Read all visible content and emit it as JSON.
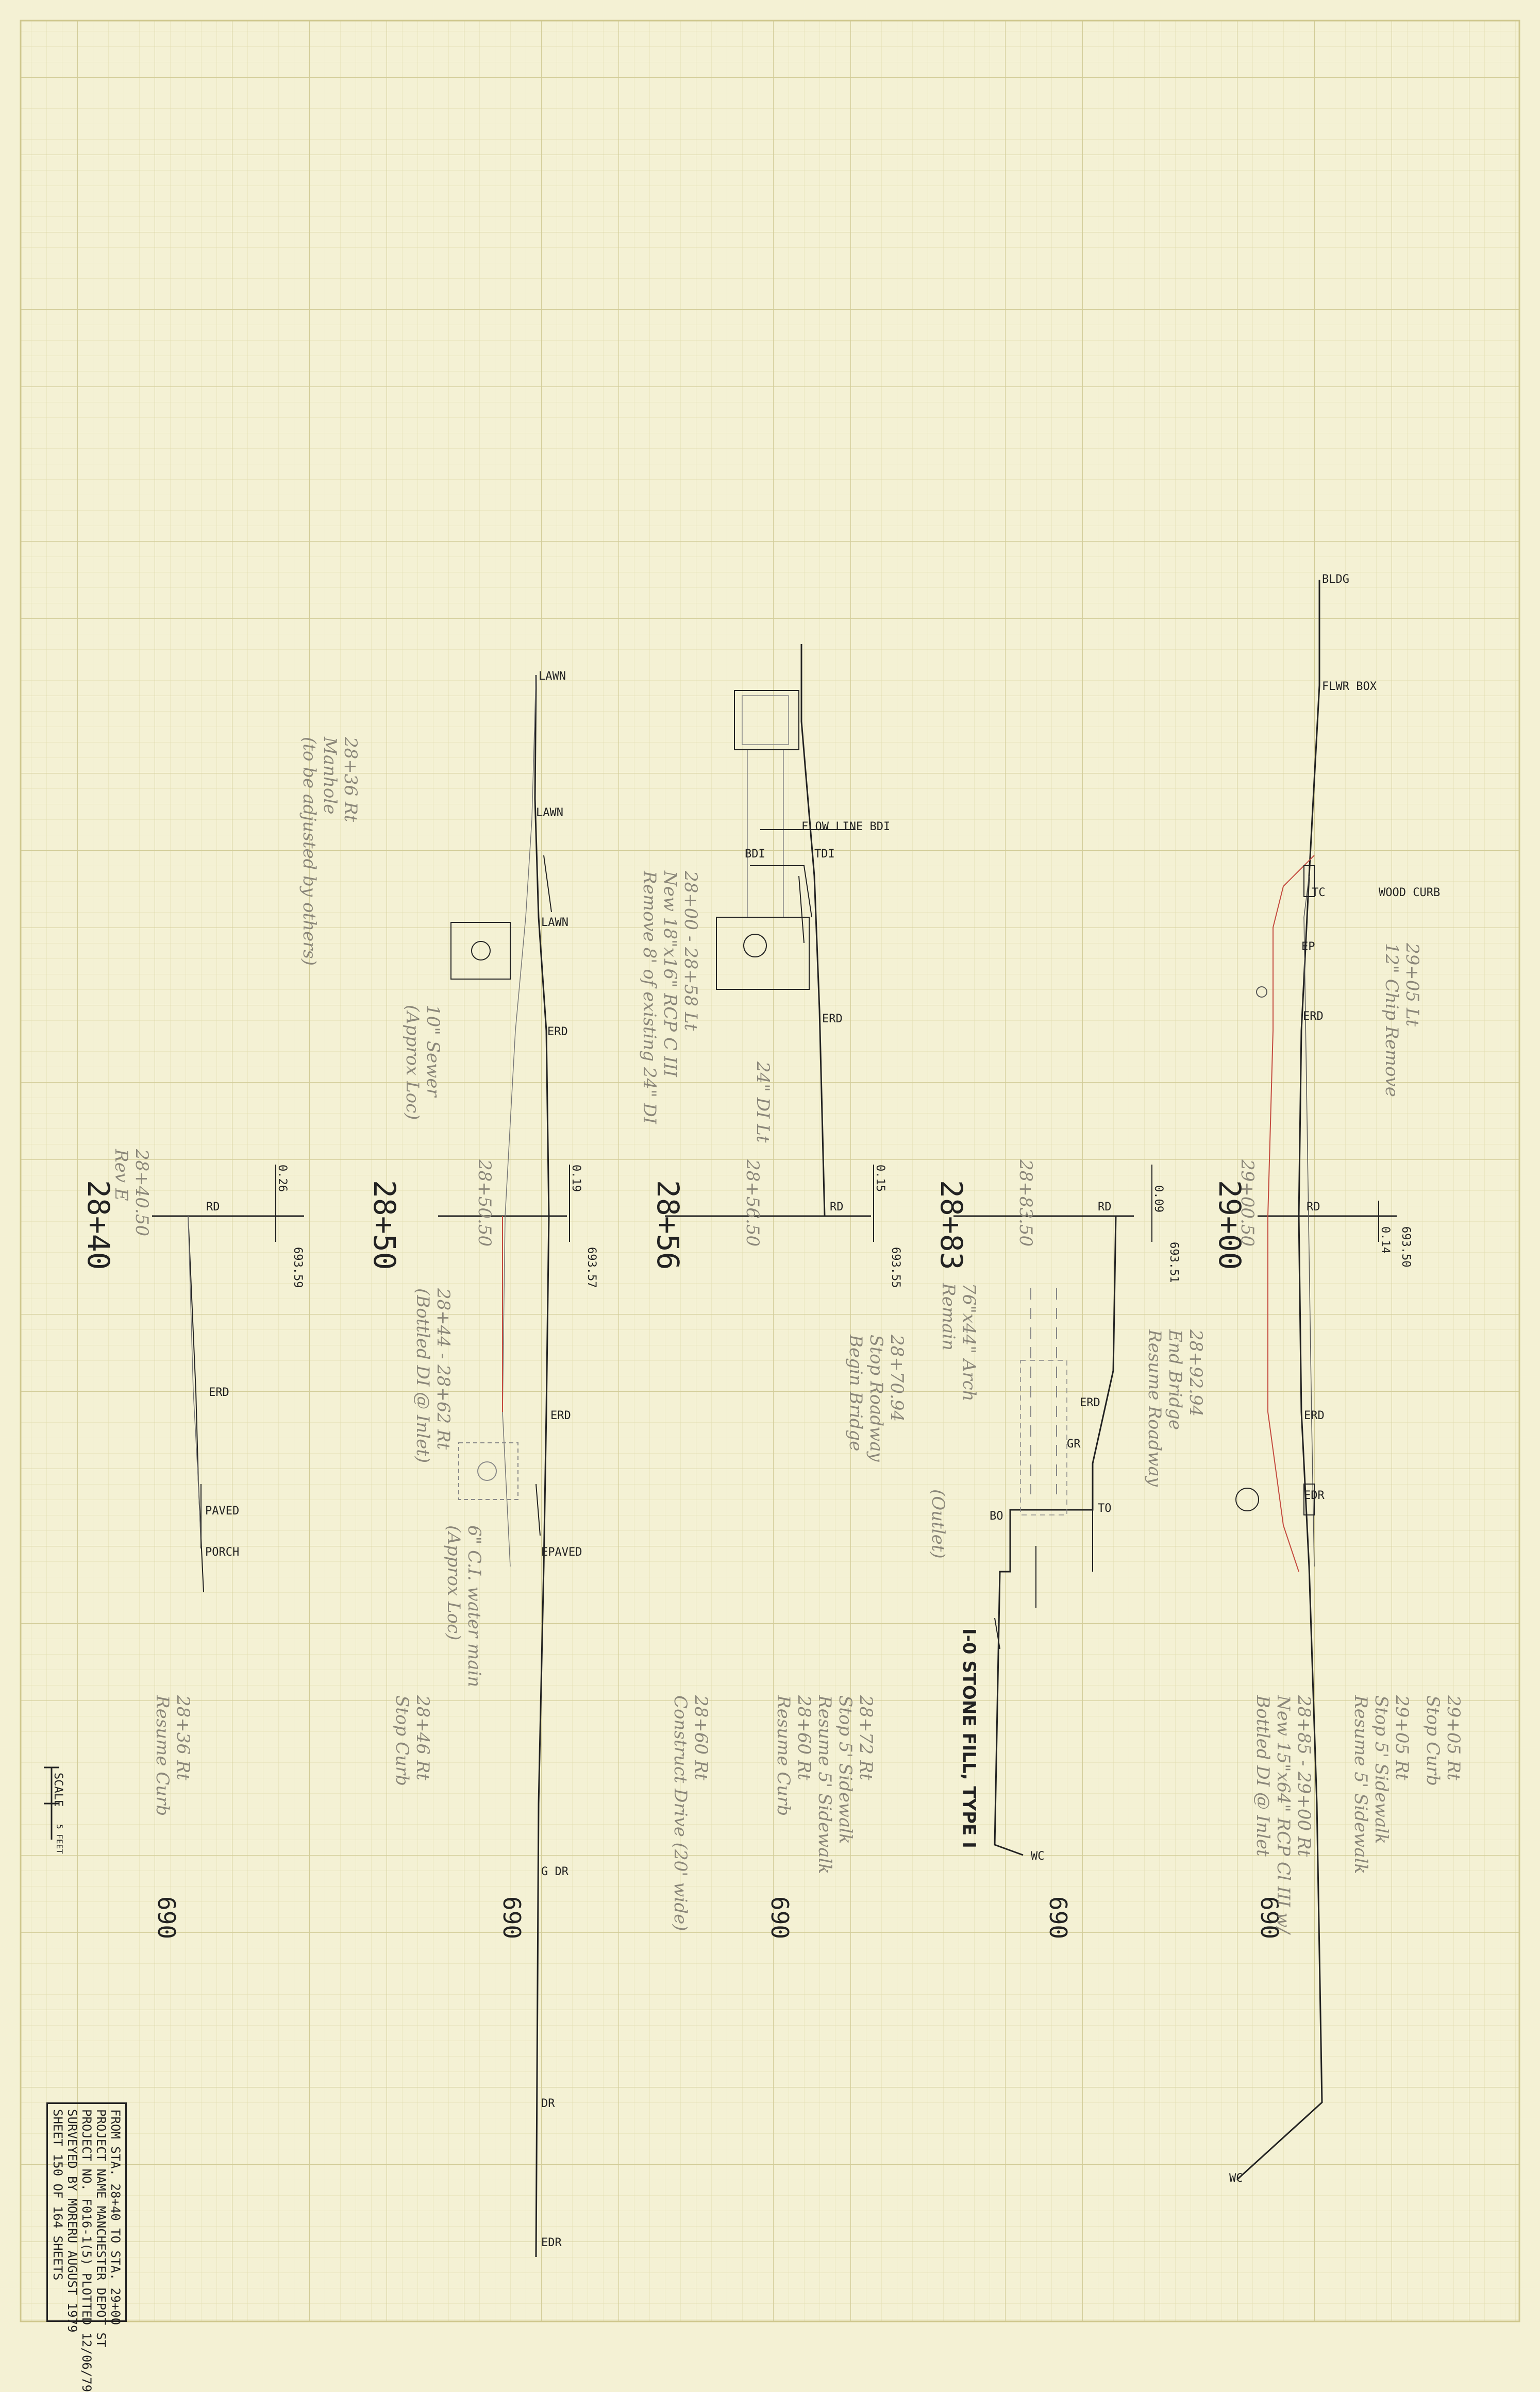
{
  "sections": [
    {
      "id": "s2840",
      "station": "28+40",
      "rd_offset": "0.26",
      "rd_elev": "693.59",
      "labels": [
        "RD",
        "ERD",
        "PAVED",
        "PORCH"
      ],
      "notes": [
        "28+40.50",
        "Rev E",
        "28+36 Rt",
        "Resume Curb"
      ]
    },
    {
      "id": "s2850",
      "station": "28+50",
      "rd_offset": "0.19",
      "rd_elev": "693.57",
      "labels": [
        "LAWN",
        "LAWN",
        "LAWN",
        "ERD",
        "ERD",
        "EPAVED",
        "G DR",
        "DR",
        "EDR"
      ],
      "notes": [
        "28+50.50",
        "28+44 - 28+62 Rt",
        "(Bottled DI @ Inlet)",
        "28+46 Rt",
        "Stop Curb",
        "28+36 Rt",
        "Manhole",
        "(to be adjusted by others)",
        "10\" Sewer",
        "(Approx Loc)",
        "6\" C.I. water main",
        "(Approx Loc)"
      ]
    },
    {
      "id": "s2856",
      "station": "28+56",
      "rd_offset": "0.15",
      "rd_elev": "693.55",
      "labels": [
        "FLOW LINE BDI",
        "BDI",
        "TDI",
        "ERD",
        "RD"
      ],
      "notes": [
        "28+56.50",
        "28+00 - 28+58 Lt",
        "New 18\"x16\" RCP C III",
        "Remove 8' of existing 24\" DI",
        "24\" DI Lt",
        "28+60 Rt",
        "Construct Drive (20' wide)"
      ]
    },
    {
      "id": "s2883",
      "station": "28+83",
      "rd_offset": "0.09",
      "rd_elev": "693.51",
      "labels": [
        "RD",
        "ERD",
        "GR",
        "TO",
        "BO",
        "WC"
      ],
      "notes": [
        "28+83.50",
        "28+70.94",
        "Stop Roadway",
        "Begin Bridge",
        "76\"x44\" Arch",
        "Remain",
        "28+72 Rt",
        "Stop 5' Sidewalk",
        "Resume 5' Sidewalk",
        "28+60 Rt",
        "Resume Curb",
        "I-0 STONE FILL, TYPE I",
        "(Outlet)"
      ]
    },
    {
      "id": "s2900",
      "station": "29+00",
      "rd_offset": "0.14",
      "rd_elev": "693.50",
      "labels": [
        "BLDG",
        "FLWR BOX",
        "WOOD CURB",
        "TC",
        "EP",
        "ERD",
        "RD",
        "ERD",
        "EDR",
        "WC"
      ],
      "notes": [
        "29+00.50",
        "28+92.94",
        "End Bridge",
        "Resume Roadway",
        "29+05 Rt",
        "Stop Curb",
        "29+05 Rt",
        "Stop 5' Sidewalk",
        "Resume 5' Sidewalk",
        "28+85 - 29+00 Rt",
        "New 15\"x64\" RCP Cl III w/",
        "Bottled DI @ Inlet",
        "29+05 Lt",
        "12\" Chip Remove"
      ]
    }
  ],
  "grade_label": "690",
  "scale": {
    "label": "SCALE",
    "unit": "5 FEET"
  },
  "title_block": {
    "line1": "FROM STA. 28+40        TO STA. 29+00",
    "line2": "PROJECT NAME    MANCHESTER   DEPOT ST",
    "line3": "PROJECT NO.     F016-1(5)    PLOTTED 12/06/79",
    "line4": "SURVEYED BY     MORERU       AUGUST 1979",
    "line5": "SHEET 150 OF 164 SHEETS"
  },
  "colors": {
    "paper": "#f4f1d4",
    "grid_minor": "#e2ddb0",
    "grid_major": "#d2cc98",
    "ink": "#222222",
    "pencil": "#8b877a",
    "red": "#c44a3f"
  }
}
